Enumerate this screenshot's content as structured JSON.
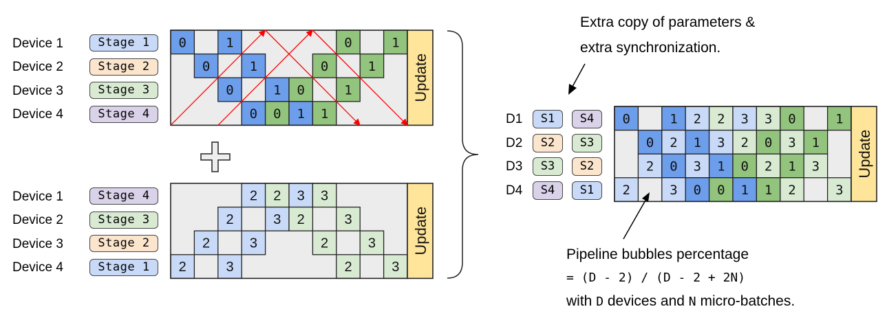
{
  "colors": {
    "grid_bg": "#ececec",
    "fwd_dark": "#6d9eeb",
    "bwd_dark": "#93c47d",
    "fwd_light": "#c9daf8",
    "bwd_light": "#d9ead3",
    "update": "#ffe599",
    "stage1": "#c9daf8",
    "stage2": "#fce5cd",
    "stage3": "#d9ead3",
    "stage4": "#d9d2e9",
    "arrow_red": "#ff0000"
  },
  "top_panel": {
    "devices": [
      {
        "label": "Device 1",
        "stage": "Stage 1",
        "stage_color": "stage1"
      },
      {
        "label": "Device 2",
        "stage": "Stage 2",
        "stage_color": "stage2"
      },
      {
        "label": "Device 3",
        "stage": "Stage 3",
        "stage_color": "stage3"
      },
      {
        "label": "Device 4",
        "stage": "Stage 4",
        "stage_color": "stage4"
      }
    ],
    "update_label": "Update",
    "cells": [
      {
        "row": 0,
        "col": 0,
        "text": "0",
        "kind": "fwd_dark"
      },
      {
        "row": 0,
        "col": 2,
        "text": "1",
        "kind": "fwd_dark"
      },
      {
        "row": 0,
        "col": 7,
        "text": "0",
        "kind": "bwd_dark"
      },
      {
        "row": 0,
        "col": 9,
        "text": "1",
        "kind": "bwd_dark"
      },
      {
        "row": 1,
        "col": 1,
        "text": "0",
        "kind": "fwd_dark"
      },
      {
        "row": 1,
        "col": 3,
        "text": "1",
        "kind": "fwd_dark"
      },
      {
        "row": 1,
        "col": 6,
        "text": "0",
        "kind": "bwd_dark"
      },
      {
        "row": 1,
        "col": 8,
        "text": "1",
        "kind": "bwd_dark"
      },
      {
        "row": 2,
        "col": 2,
        "text": "0",
        "kind": "fwd_dark"
      },
      {
        "row": 2,
        "col": 4,
        "text": "1",
        "kind": "fwd_dark"
      },
      {
        "row": 2,
        "col": 5,
        "text": "0",
        "kind": "bwd_dark"
      },
      {
        "row": 2,
        "col": 7,
        "text": "1",
        "kind": "bwd_dark"
      },
      {
        "row": 3,
        "col": 3,
        "text": "0",
        "kind": "fwd_dark"
      },
      {
        "row": 3,
        "col": 4,
        "text": "0",
        "kind": "bwd_dark"
      },
      {
        "row": 3,
        "col": 5,
        "text": "1",
        "kind": "fwd_dark"
      },
      {
        "row": 3,
        "col": 6,
        "text": "1",
        "kind": "bwd_dark"
      }
    ],
    "red_arrows": [
      {
        "from": [
          0,
          4
        ],
        "to": [
          4,
          0
        ]
      },
      {
        "from": [
          4,
          0
        ],
        "to": [
          8,
          4
        ]
      },
      {
        "from": [
          2,
          4
        ],
        "to": [
          6,
          0
        ]
      },
      {
        "from": [
          6,
          0
        ],
        "to": [
          10,
          4
        ]
      }
    ]
  },
  "plus_sign": "+",
  "bottom_panel": {
    "devices": [
      {
        "label": "Device 1",
        "stage": "Stage 4",
        "stage_color": "stage4"
      },
      {
        "label": "Device 2",
        "stage": "Stage 3",
        "stage_color": "stage3"
      },
      {
        "label": "Device 3",
        "stage": "Stage 2",
        "stage_color": "stage2"
      },
      {
        "label": "Device 4",
        "stage": "Stage 1",
        "stage_color": "stage1"
      }
    ],
    "update_label": "Update",
    "cells": [
      {
        "row": 0,
        "col": 3,
        "text": "2",
        "kind": "fwd_light"
      },
      {
        "row": 0,
        "col": 4,
        "text": "2",
        "kind": "bwd_light"
      },
      {
        "row": 0,
        "col": 5,
        "text": "3",
        "kind": "fwd_light"
      },
      {
        "row": 0,
        "col": 6,
        "text": "3",
        "kind": "bwd_light"
      },
      {
        "row": 1,
        "col": 2,
        "text": "2",
        "kind": "fwd_light"
      },
      {
        "row": 1,
        "col": 4,
        "text": "3",
        "kind": "fwd_light"
      },
      {
        "row": 1,
        "col": 5,
        "text": "2",
        "kind": "bwd_light"
      },
      {
        "row": 1,
        "col": 7,
        "text": "3",
        "kind": "bwd_light"
      },
      {
        "row": 2,
        "col": 1,
        "text": "2",
        "kind": "fwd_light"
      },
      {
        "row": 2,
        "col": 3,
        "text": "3",
        "kind": "fwd_light"
      },
      {
        "row": 2,
        "col": 6,
        "text": "2",
        "kind": "bwd_light"
      },
      {
        "row": 2,
        "col": 8,
        "text": "3",
        "kind": "bwd_light"
      },
      {
        "row": 3,
        "col": 0,
        "text": "2",
        "kind": "fwd_light"
      },
      {
        "row": 3,
        "col": 2,
        "text": "3",
        "kind": "fwd_light"
      },
      {
        "row": 3,
        "col": 7,
        "text": "2",
        "kind": "bwd_light"
      },
      {
        "row": 3,
        "col": 9,
        "text": "3",
        "kind": "bwd_light"
      }
    ]
  },
  "right_panel": {
    "devices": [
      {
        "label": "D1",
        "stages": [
          {
            "text": "S1",
            "color": "stage1"
          },
          {
            "text": "S4",
            "color": "stage4"
          }
        ]
      },
      {
        "label": "D2",
        "stages": [
          {
            "text": "S2",
            "color": "stage2"
          },
          {
            "text": "S3",
            "color": "stage3"
          }
        ]
      },
      {
        "label": "D3",
        "stages": [
          {
            "text": "S3",
            "color": "stage3"
          },
          {
            "text": "S2",
            "color": "stage2"
          }
        ]
      },
      {
        "label": "D4",
        "stages": [
          {
            "text": "S4",
            "color": "stage4"
          },
          {
            "text": "S1",
            "color": "stage1"
          }
        ]
      }
    ],
    "update_label": "Update",
    "cells": [
      {
        "row": 0,
        "col": 0,
        "text": "0",
        "kind": "fwd_dark"
      },
      {
        "row": 0,
        "col": 2,
        "text": "1",
        "kind": "fwd_dark"
      },
      {
        "row": 0,
        "col": 3,
        "text": "2",
        "kind": "fwd_light"
      },
      {
        "row": 0,
        "col": 4,
        "text": "2",
        "kind": "bwd_light"
      },
      {
        "row": 0,
        "col": 5,
        "text": "3",
        "kind": "fwd_light"
      },
      {
        "row": 0,
        "col": 6,
        "text": "3",
        "kind": "bwd_light"
      },
      {
        "row": 0,
        "col": 7,
        "text": "0",
        "kind": "bwd_dark"
      },
      {
        "row": 0,
        "col": 9,
        "text": "1",
        "kind": "bwd_dark"
      },
      {
        "row": 1,
        "col": 1,
        "text": "0",
        "kind": "fwd_dark"
      },
      {
        "row": 1,
        "col": 2,
        "text": "2",
        "kind": "fwd_light"
      },
      {
        "row": 1,
        "col": 3,
        "text": "1",
        "kind": "fwd_dark"
      },
      {
        "row": 1,
        "col": 4,
        "text": "3",
        "kind": "fwd_light"
      },
      {
        "row": 1,
        "col": 5,
        "text": "2",
        "kind": "bwd_light"
      },
      {
        "row": 1,
        "col": 6,
        "text": "0",
        "kind": "bwd_dark"
      },
      {
        "row": 1,
        "col": 7,
        "text": "3",
        "kind": "bwd_light"
      },
      {
        "row": 1,
        "col": 8,
        "text": "1",
        "kind": "bwd_dark"
      },
      {
        "row": 2,
        "col": 1,
        "text": "2",
        "kind": "fwd_light"
      },
      {
        "row": 2,
        "col": 2,
        "text": "0",
        "kind": "fwd_dark"
      },
      {
        "row": 2,
        "col": 3,
        "text": "3",
        "kind": "fwd_light"
      },
      {
        "row": 2,
        "col": 4,
        "text": "1",
        "kind": "fwd_dark"
      },
      {
        "row": 2,
        "col": 5,
        "text": "0",
        "kind": "bwd_dark"
      },
      {
        "row": 2,
        "col": 6,
        "text": "2",
        "kind": "bwd_light"
      },
      {
        "row": 2,
        "col": 7,
        "text": "1",
        "kind": "bwd_dark"
      },
      {
        "row": 2,
        "col": 8,
        "text": "3",
        "kind": "bwd_light"
      },
      {
        "row": 3,
        "col": 0,
        "text": "2",
        "kind": "fwd_light"
      },
      {
        "row": 3,
        "col": 2,
        "text": "3",
        "kind": "fwd_light"
      },
      {
        "row": 3,
        "col": 3,
        "text": "0",
        "kind": "fwd_dark"
      },
      {
        "row": 3,
        "col": 4,
        "text": "0",
        "kind": "bwd_dark"
      },
      {
        "row": 3,
        "col": 5,
        "text": "1",
        "kind": "fwd_dark"
      },
      {
        "row": 3,
        "col": 6,
        "text": "1",
        "kind": "bwd_dark"
      },
      {
        "row": 3,
        "col": 7,
        "text": "2",
        "kind": "bwd_light"
      },
      {
        "row": 3,
        "col": 9,
        "text": "3",
        "kind": "bwd_light"
      }
    ]
  },
  "annotations": {
    "top_line1": "Extra copy of parameters &",
    "top_line2": "extra synchronization.",
    "bottom_line1": "Pipeline bubbles percentage",
    "bottom_formula": "= (D - 2) / (D - 2 + 2N)",
    "bottom_line3_a": "with ",
    "bottom_line3_D": "D",
    "bottom_line3_b": " devices and ",
    "bottom_line3_N": "N",
    "bottom_line3_c": " micro-batches."
  }
}
